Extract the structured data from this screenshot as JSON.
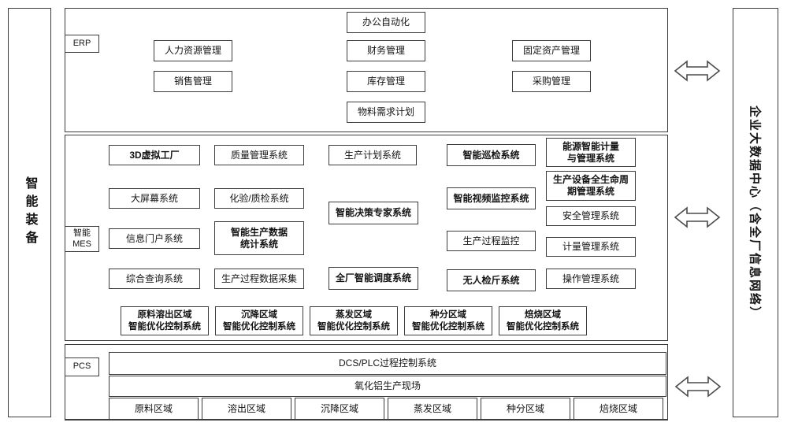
{
  "left_panel": {
    "label": "智能装备"
  },
  "right_panel": {
    "label": "企业大数据中心（含全厂信息网络）"
  },
  "colors": {
    "border": "#3c3c3c",
    "background": "#ffffff",
    "text": "#141414"
  },
  "icons": {
    "flow": "double-arrow-icon"
  },
  "erp": {
    "tag": "ERP",
    "boxes": [
      "办公自动化",
      "人力资源管理",
      "财务管理",
      "固定资产管理",
      "销售管理",
      "库存管理",
      "采购管理",
      "物料需求计划"
    ]
  },
  "mes": {
    "tag": "智能\nMES",
    "boxes": [
      "3D虚拟工厂",
      "质量管理系统",
      "生产计划系统",
      "智能巡检系统",
      "能源智能计量\n与管理系统",
      "大屏幕系统",
      "化验/质检系统",
      "智能视频监控系统",
      "生产设备全生命周\n期管理系统",
      "信息门户系统",
      "智能生产数据\n统计系统",
      "智能决策专家系统",
      "生产过程监控",
      "安全管理系统",
      "计量管理系统",
      "综合查询系统",
      "生产过程数据采集",
      "全厂智能调度系统",
      "无人检斤系统",
      "操作管理系统"
    ],
    "region_boxes": [
      "原料溶出区域\n智能优化控制系统",
      "沉降区域\n智能优化控制系统",
      "蒸发区域\n智能优化控制系统",
      "种分区域\n智能优化控制系统",
      "焙烧区域\n智能优化控制系统"
    ]
  },
  "pcs": {
    "tag": "PCS",
    "process_control": "DCS/PLC过程控制系统",
    "production_site": "氧化铝生产现场",
    "areas": [
      "原料区域",
      "溶出区域",
      "沉降区域",
      "蒸发区域",
      "种分区域",
      "焙烧区域"
    ]
  }
}
